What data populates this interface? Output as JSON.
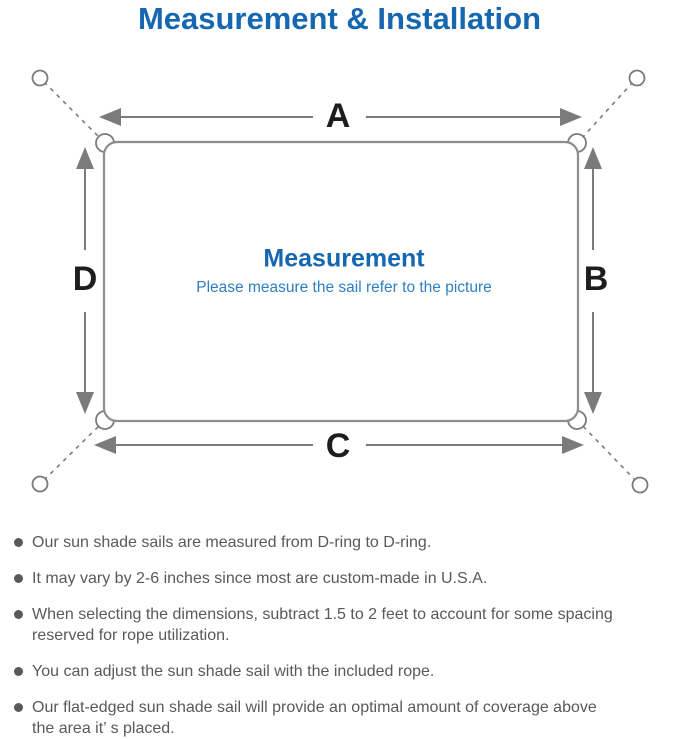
{
  "header": {
    "title": "Measurement & Installation"
  },
  "diagram": {
    "edge_labels": {
      "top": "A",
      "right": "B",
      "bottom": "C",
      "left": "D"
    },
    "center": {
      "title": "Measurement",
      "subtitle": "Please measure the sail refer to the picture"
    }
  },
  "notes": [
    "Our sun shade sails are measured from D-ring to D-ring.",
    "It may vary by 2-6 inches since most are custom-made in U.S.A.",
    "When selecting the dimensions, subtract 1.5 to 2 feet to account for some spacing\nreserved for rope utilization.",
    "You can adjust the sun shade sail with the included rope.",
    "Our flat-edged sun shade sail will provide an optimal amount of coverage above\nthe area it’ s placed."
  ],
  "colors": {
    "title_blue": "#1567b0",
    "subtitle_blue": "#2e7fc1",
    "label_black": "#1d1d1d",
    "line_gray": "#7b7b7b",
    "sail_outline_gray": "#8d8d8d",
    "note_gray": "#595959",
    "background": "#ffffff"
  }
}
